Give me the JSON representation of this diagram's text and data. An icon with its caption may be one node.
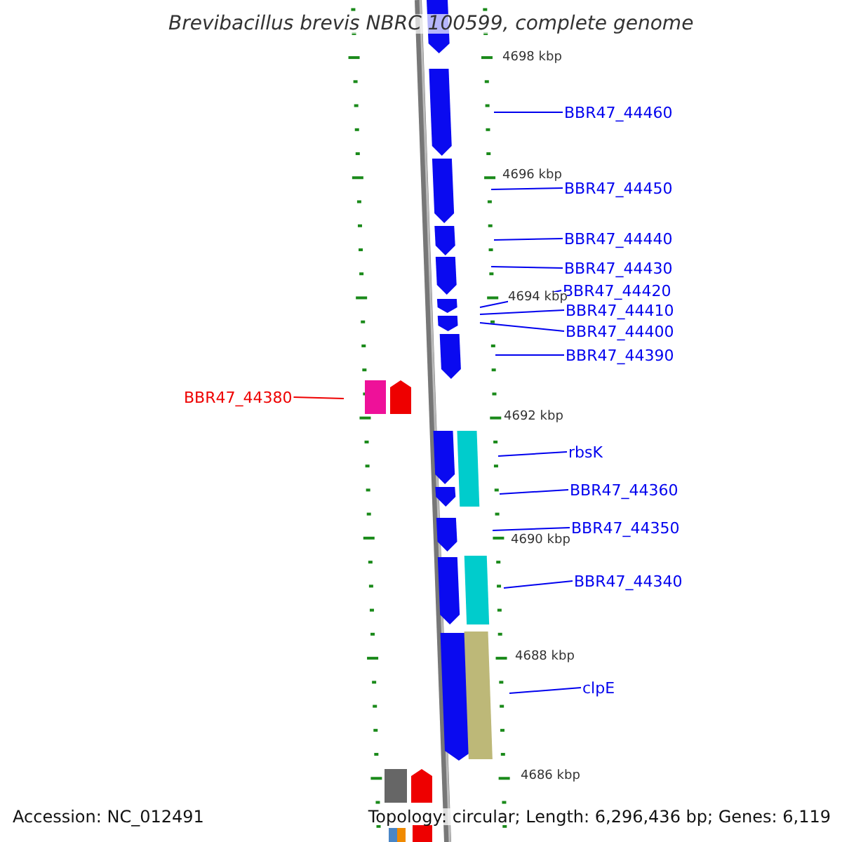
{
  "diagram": {
    "title": "Brevibacillus brevis NBRC 100599, complete genome",
    "nodes": [
      {
        "text": [
          "BBR47_44460"
        ]
      },
      {
        "text": [
          "BBR47_44450"
        ]
      },
      {
        "text": [
          "BBR47_44440"
        ]
      },
      {
        "text": [
          "BBR47_44430"
        ]
      },
      {
        "text": [
          "BBR47_44420"
        ]
      },
      {
        "text": [
          "BBR47_44410"
        ]
      },
      {
        "text": [
          "BBR47_44400"
        ]
      },
      {
        "text": [
          "BBR47_44390"
        ]
      },
      {
        "text": [
          "BBR47_44380"
        ]
      },
      {
        "text": [
          "rbsK"
        ]
      },
      {
        "text": [
          "BBR47_44360"
        ]
      },
      {
        "text": [
          "BBR47_44350"
        ]
      },
      {
        "text": [
          "BBR47_44340"
        ]
      },
      {
        "text": [
          "clpE"
        ]
      }
    ],
    "edges": [
      {
        "from": 0,
        "to": null,
        "arrow": "none"
      },
      {
        "from": 1,
        "to": null,
        "arrow": "none"
      },
      {
        "from": 2,
        "to": null,
        "arrow": "none"
      },
      {
        "from": 3,
        "to": null,
        "arrow": "none"
      },
      {
        "from": 4,
        "to": null,
        "arrow": "none"
      },
      {
        "from": 5,
        "to": null,
        "arrow": "none"
      },
      {
        "from": 6,
        "to": null,
        "arrow": "none"
      },
      {
        "from": 7,
        "to": null,
        "arrow": "none"
      },
      {
        "from": 8,
        "to": null,
        "arrow": "none",
        "color": "#ee0000"
      },
      {
        "from": 9,
        "to": null,
        "arrow": "none"
      },
      {
        "from": 10,
        "to": null,
        "arrow": "none"
      },
      {
        "from": 11,
        "to": null,
        "arrow": "none"
      },
      {
        "from": 12,
        "to": null,
        "arrow": "none"
      },
      {
        "from": 13,
        "to": null,
        "arrow": "none"
      }
    ],
    "labels": [
      "4698 kbp",
      "4696 kbp",
      "4694 kbp",
      "4692 kbp",
      "4690 kbp",
      "4688 kbp",
      "4686 kbp",
      "Accession: NC_012491",
      "Topology: circular; Length: 6,296,436 bp; Genes: 6,119"
    ]
  }
}
